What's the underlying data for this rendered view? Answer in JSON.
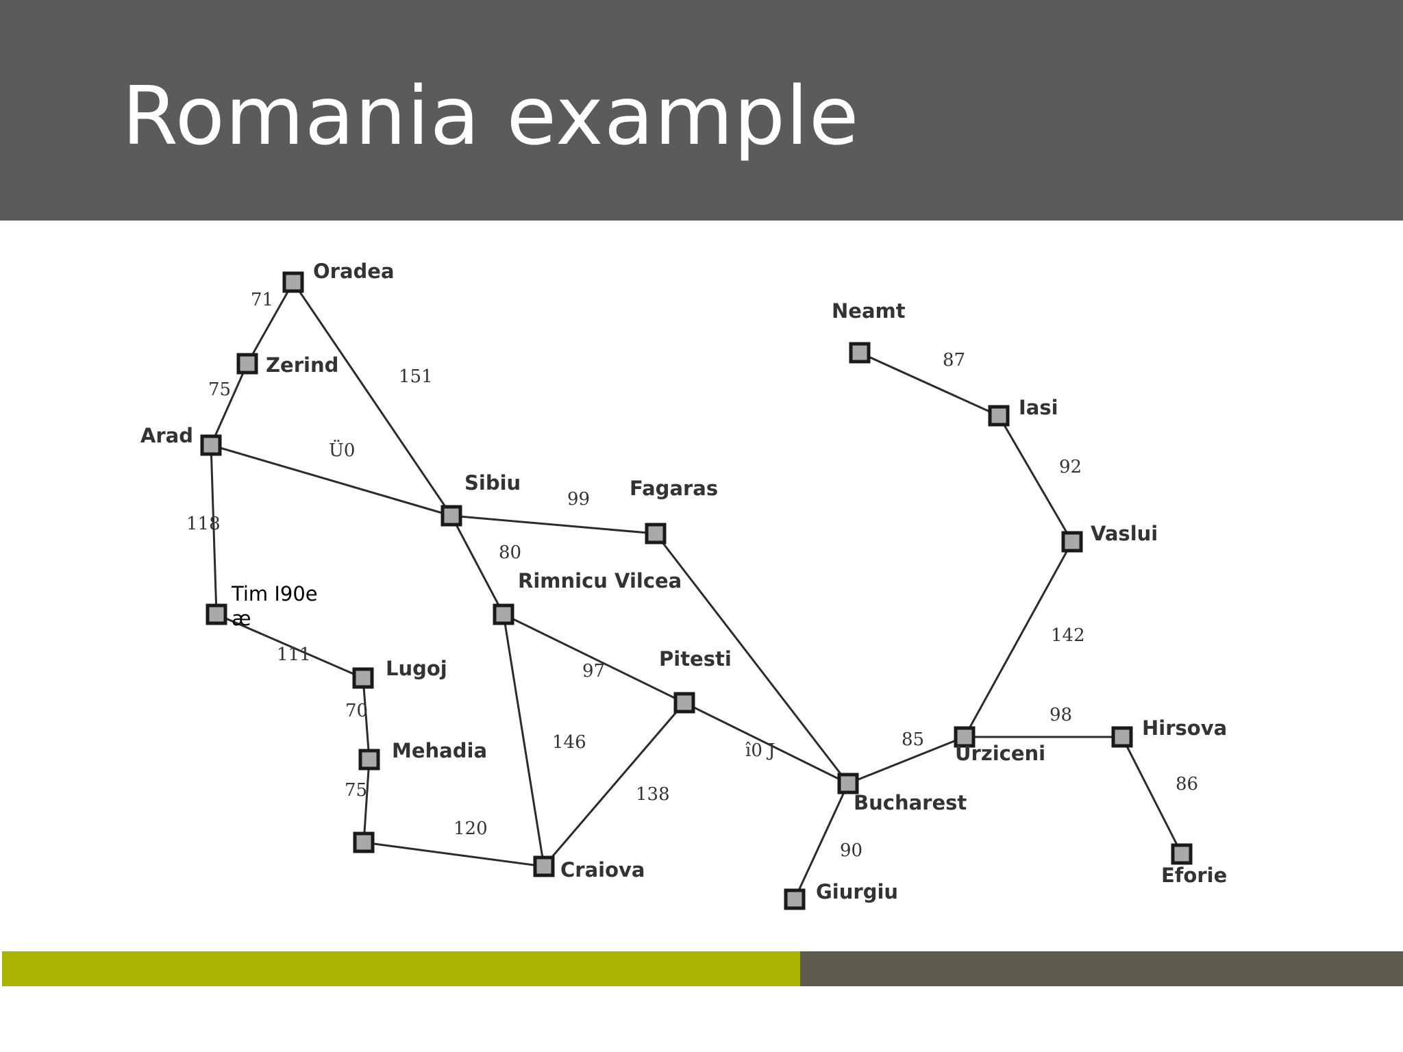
{
  "slide": {
    "title": "Romania example"
  },
  "colors": {
    "header": "#5b5b5b",
    "footer_left": "#a8b400",
    "footer_right": "#5c5b4c",
    "node_fill": "#a9a9a9"
  },
  "graph": {
    "cities": [
      {
        "id": "oradea",
        "label": "Oradea"
      },
      {
        "id": "zerind",
        "label": "Zerind"
      },
      {
        "id": "arad",
        "label": "Arad"
      },
      {
        "id": "timisoara",
        "label": "Tim I90e\næ"
      },
      {
        "id": "lugoj",
        "label": "Lugoj"
      },
      {
        "id": "mehadia",
        "label": "Mehadia"
      },
      {
        "id": "drobeta",
        "label": ""
      },
      {
        "id": "sibiu",
        "label": "Sibiu"
      },
      {
        "id": "fagaras",
        "label": "Fagaras"
      },
      {
        "id": "rimnicu",
        "label": "Rimnicu Vilcea"
      },
      {
        "id": "pitesti",
        "label": "Pitesti"
      },
      {
        "id": "craiova",
        "label": "Craiova"
      },
      {
        "id": "bucharest",
        "label": "Bucharest"
      },
      {
        "id": "giurgiu",
        "label": "Giurgiu"
      },
      {
        "id": "urziceni",
        "label": "Urziceni"
      },
      {
        "id": "hirsova",
        "label": "Hirsova"
      },
      {
        "id": "eforie",
        "label": "Eforie"
      },
      {
        "id": "vaslui",
        "label": "Vaslui"
      },
      {
        "id": "iasi",
        "label": "Iasi"
      },
      {
        "id": "neamt",
        "label": "Neamt"
      }
    ],
    "roads": [
      {
        "from": "oradea",
        "to": "zerind",
        "distance": "71"
      },
      {
        "from": "zerind",
        "to": "arad",
        "distance": "75"
      },
      {
        "from": "oradea",
        "to": "sibiu",
        "distance": "151"
      },
      {
        "from": "arad",
        "to": "sibiu",
        "distance": "Ü0"
      },
      {
        "from": "arad",
        "to": "timisoara",
        "distance": "118"
      },
      {
        "from": "timisoara",
        "to": "lugoj",
        "distance": "111"
      },
      {
        "from": "lugoj",
        "to": "mehadia",
        "distance": "70"
      },
      {
        "from": "mehadia",
        "to": "drobeta",
        "distance": "75"
      },
      {
        "from": "drobeta",
        "to": "craiova",
        "distance": "120"
      },
      {
        "from": "sibiu",
        "to": "fagaras",
        "distance": "99"
      },
      {
        "from": "sibiu",
        "to": "rimnicu",
        "distance": "80"
      },
      {
        "from": "rimnicu",
        "to": "pitesti",
        "distance": "97"
      },
      {
        "from": "rimnicu",
        "to": "craiova",
        "distance": "146"
      },
      {
        "from": "craiova",
        "to": "pitesti",
        "distance": "138"
      },
      {
        "from": "pitesti",
        "to": "bucharest",
        "distance": "î0 J"
      },
      {
        "from": "fagaras",
        "to": "bucharest",
        "distance": ""
      },
      {
        "from": "bucharest",
        "to": "giurgiu",
        "distance": "90"
      },
      {
        "from": "bucharest",
        "to": "urziceni",
        "distance": "85"
      },
      {
        "from": "urziceni",
        "to": "hirsova",
        "distance": "98"
      },
      {
        "from": "hirsova",
        "to": "eforie",
        "distance": "86"
      },
      {
        "from": "urziceni",
        "to": "vaslui",
        "distance": "142"
      },
      {
        "from": "vaslui",
        "to": "iasi",
        "distance": "92"
      },
      {
        "from": "iasi",
        "to": "neamt",
        "distance": "87"
      }
    ]
  }
}
